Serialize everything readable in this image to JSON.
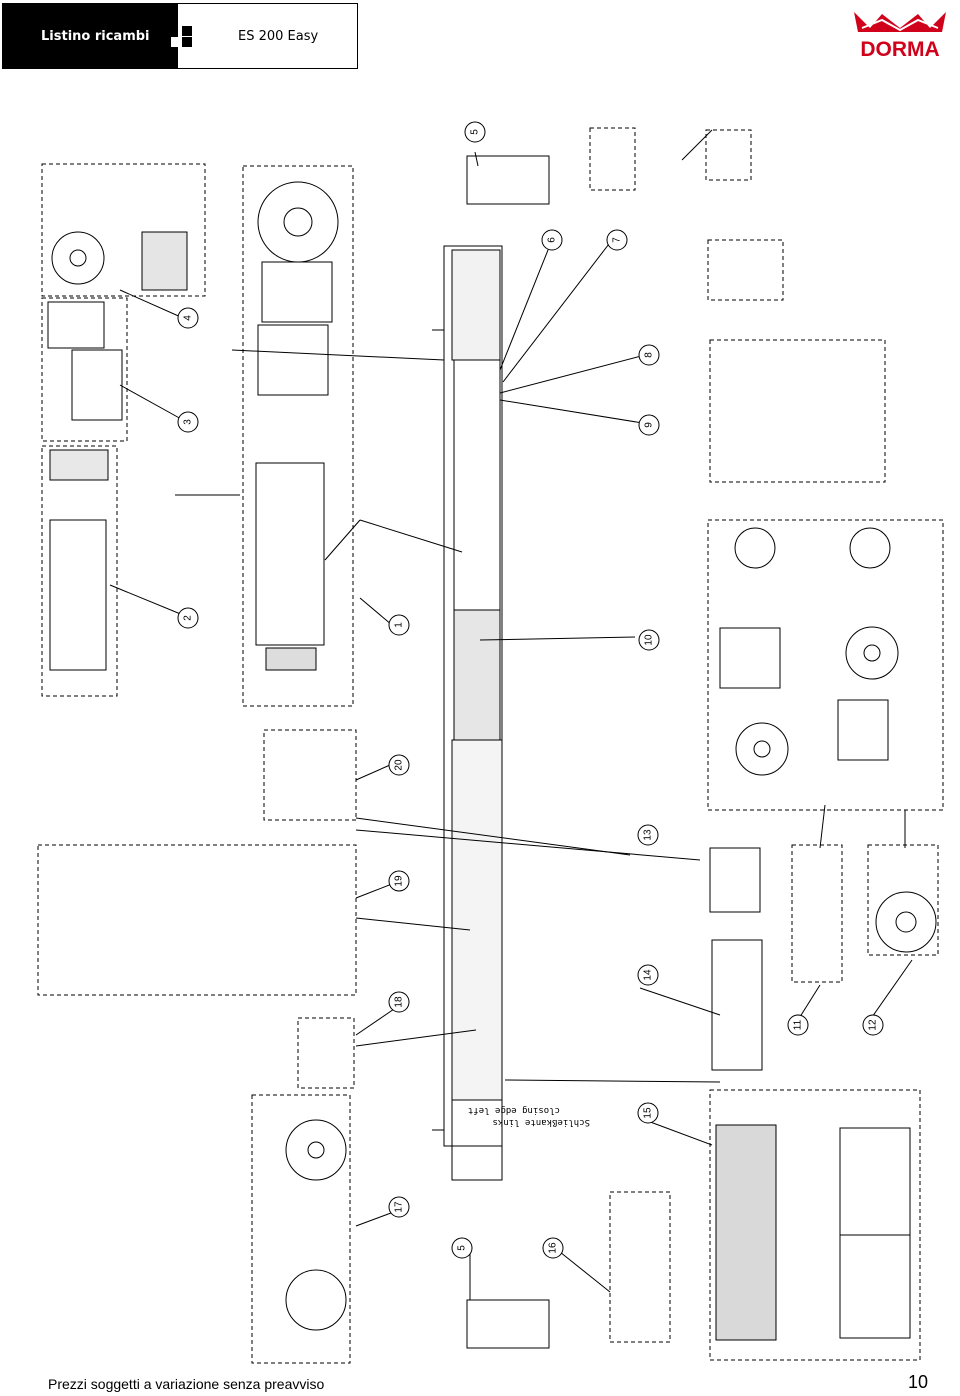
{
  "header": {
    "section_label": "Listino ricambi",
    "product_name": "ES 200 Easy"
  },
  "brand": {
    "name": "DORMA",
    "color": "#d0021b"
  },
  "diagram": {
    "callouts": [
      "1",
      "2",
      "3",
      "4",
      "5",
      "6",
      "7",
      "8",
      "9",
      "10",
      "11",
      "12",
      "13",
      "14",
      "15",
      "16",
      "17",
      "18",
      "19",
      "20",
      "5"
    ],
    "annotation_lines": [
      "Schließkante links",
      "closing edge left"
    ]
  },
  "footer": {
    "disclaimer": "Prezzi soggetti a variazione senza preavviso",
    "page_number": "10"
  }
}
